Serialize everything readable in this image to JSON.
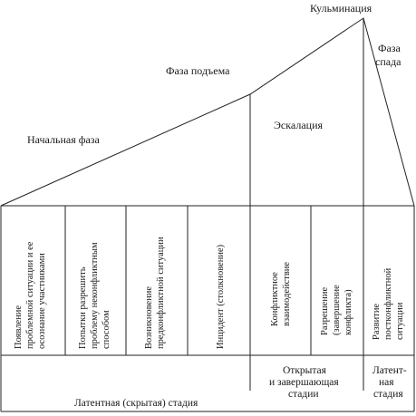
{
  "phases": {
    "initial": "Начальная фаза",
    "rise": "Фаза подъема",
    "escalation": "Эскалация",
    "culmination": "Кульминация",
    "decline": [
      "Фаза",
      "спада"
    ]
  },
  "cells": [
    [
      "Появление",
      "проблемной ситуации и ее",
      "осознание участниками"
    ],
    [
      "Попытки разрешить",
      "проблему неконфликтным",
      "способом"
    ],
    [
      "Возникновение",
      "предконфликтной ситуации"
    ],
    [
      "Инцидент (столкновение)"
    ],
    [
      "Конфликтное",
      "взаимодействие"
    ],
    [
      "Разрешение",
      "(завершение",
      "конфликта)"
    ],
    [
      "Развитие",
      "постконфликтной",
      "ситуации"
    ]
  ],
  "stages": {
    "latent": "Латентная (скрытая) стадия",
    "open": [
      "Открытая",
      "и завершающая",
      "стадии"
    ],
    "late_latent": [
      "Латент-",
      "ная",
      "стадия"
    ]
  }
}
